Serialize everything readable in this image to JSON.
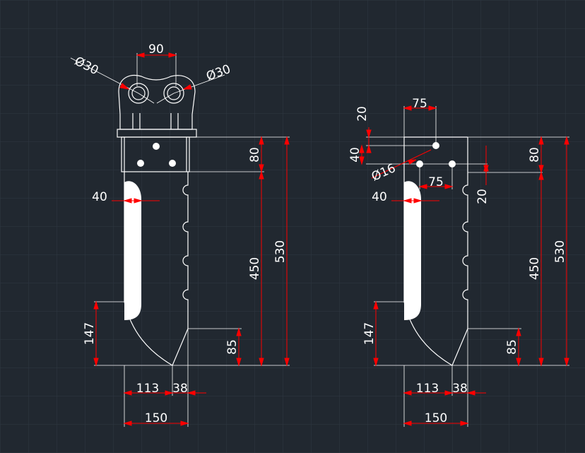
{
  "colors": {
    "background": "#212830",
    "grid": "#2e3742",
    "outline": "#ffffff",
    "dimension": "#ff0000"
  },
  "left_view": {
    "dims": {
      "pin_spacing": "90",
      "pin_dia_left": "Ø30",
      "pin_dia_right": "Ø30",
      "top_block": "80",
      "shank_length": "450",
      "total_height": "530",
      "slot_width": "40",
      "tip_left_height": "147",
      "tip_right_height": "85",
      "tip_left_width": "113",
      "tip_right_width": "38",
      "total_width": "150"
    }
  },
  "right_view": {
    "dims": {
      "hole_spacing_top": "75",
      "hole_offset_top": "20",
      "hole_vertical": "40",
      "hole_dia": "Ø16",
      "hole_spacing_bottom": "75",
      "hole_offset_right": "20",
      "top_block": "80",
      "shank_length": "450",
      "total_height": "530",
      "slot_width": "40",
      "tip_left_height": "147",
      "tip_right_height": "85",
      "tip_left_width": "113",
      "tip_right_width": "38",
      "total_width": "150"
    }
  }
}
